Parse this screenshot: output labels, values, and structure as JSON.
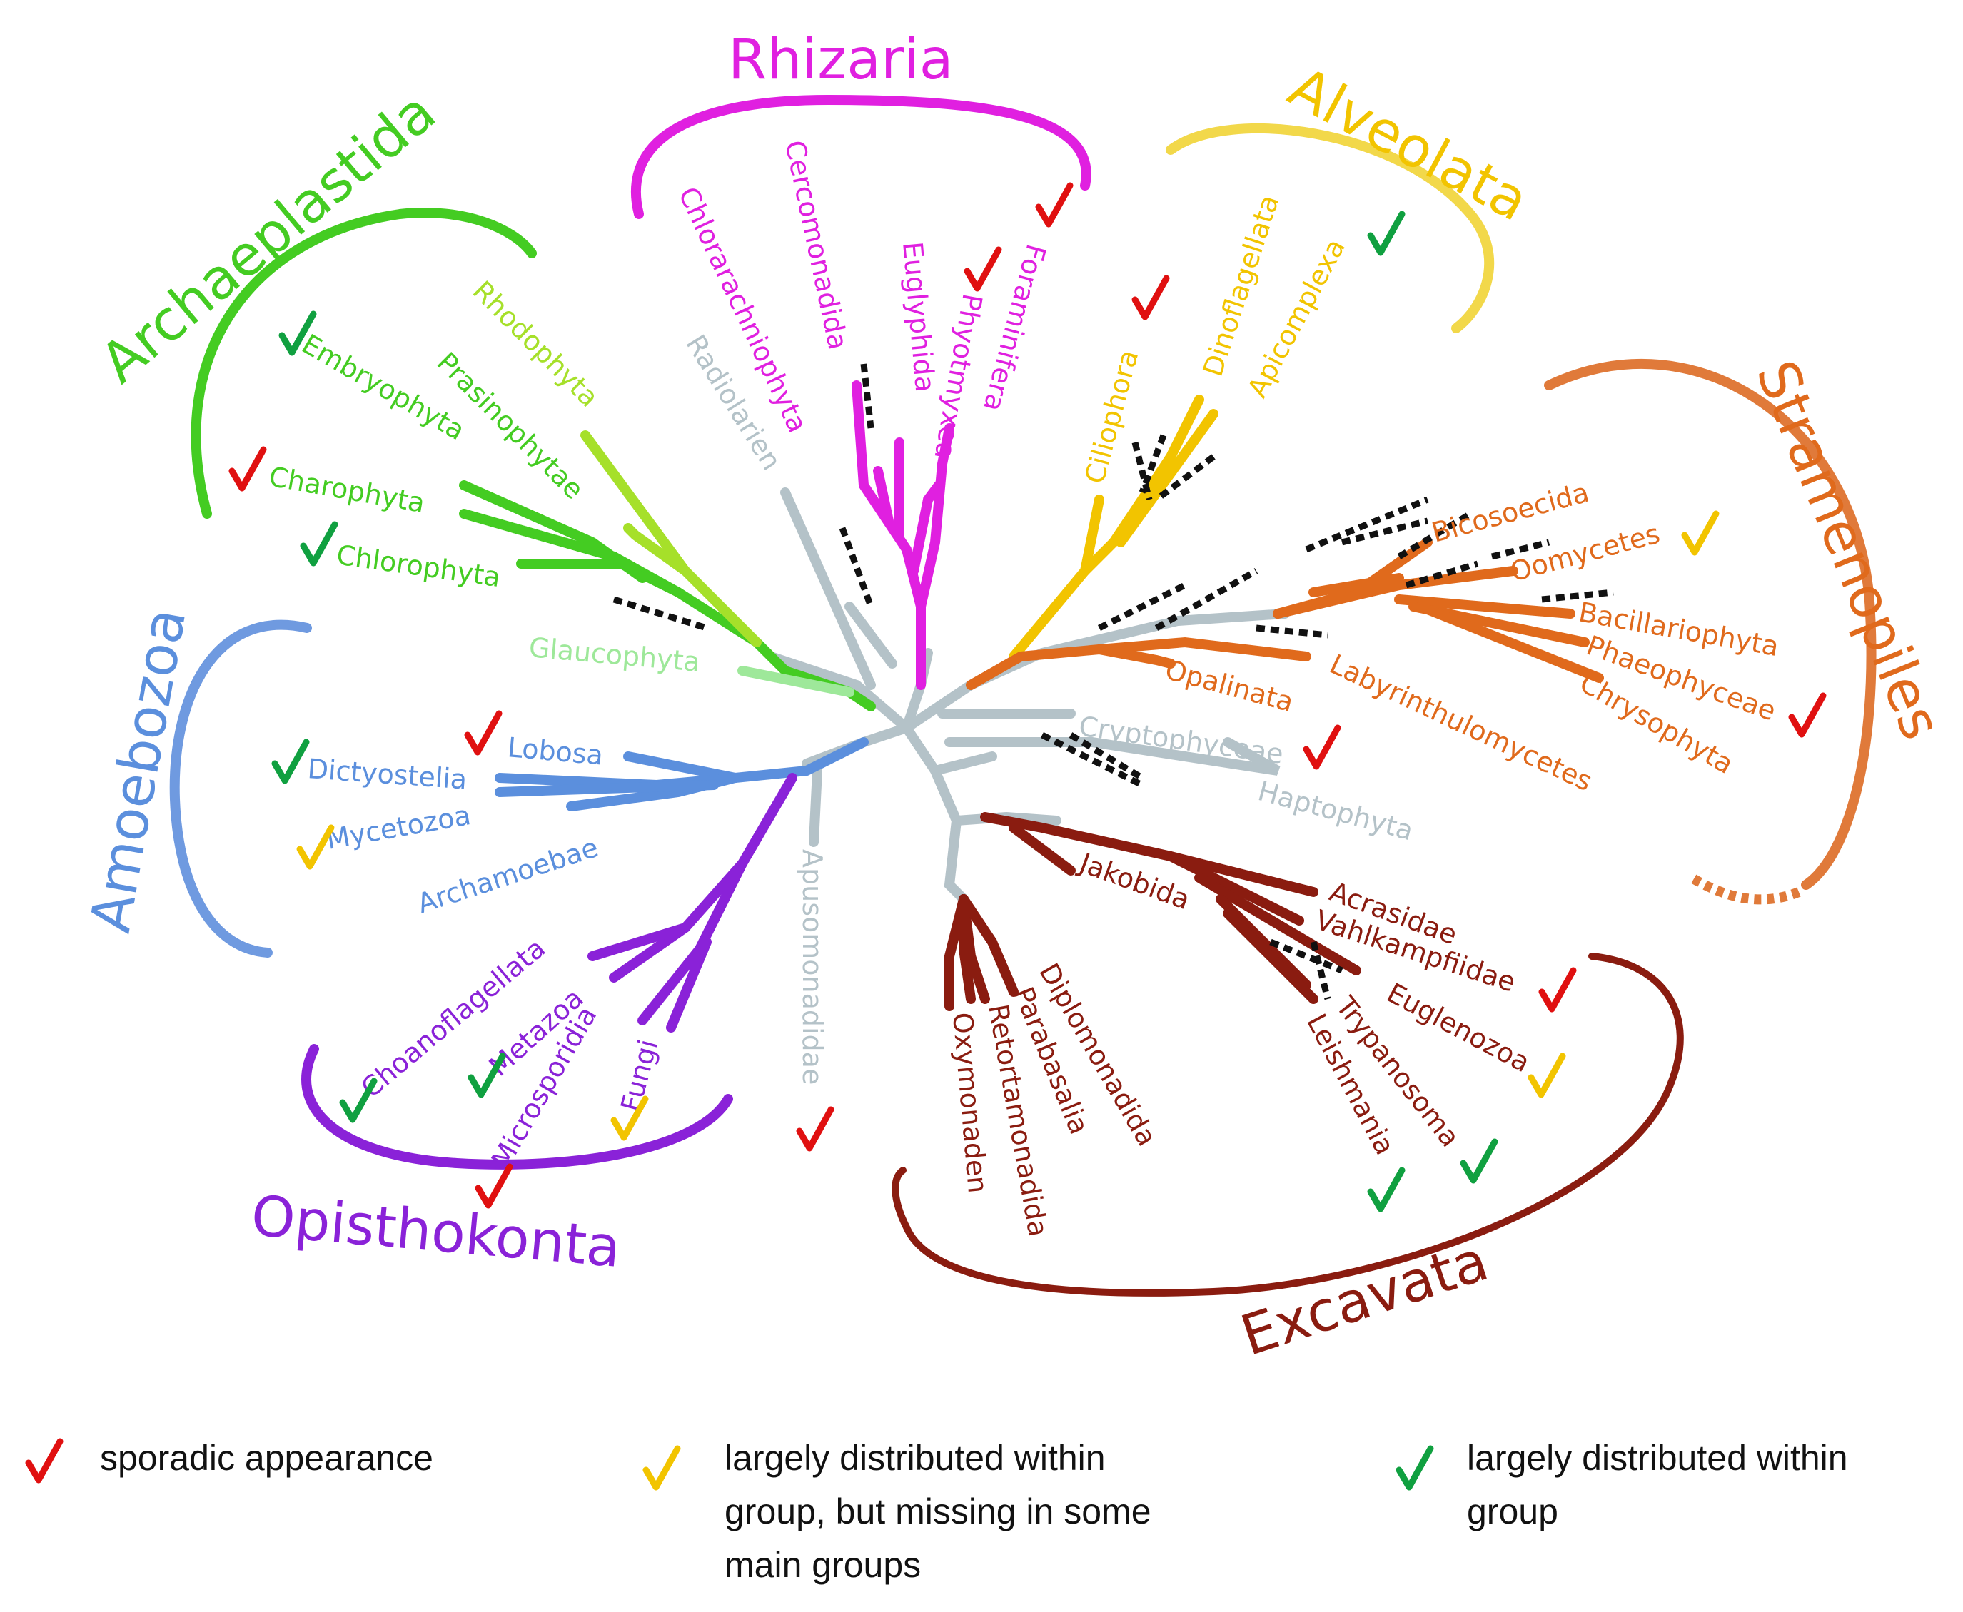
{
  "groups": {
    "rhizaria": {
      "label": "Rhizaria",
      "color": "#e020e0"
    },
    "alveolata": {
      "label": "Alveolata",
      "color": "#f2c400"
    },
    "archaeplastida": {
      "label": "Archaeplastida",
      "color": "#44cc22"
    },
    "stramenopiles": {
      "label": "Stramenopiles",
      "color": "#e06a1c"
    },
    "amoebozoa": {
      "label": "Amoebozoa",
      "color": "#5b8fdd"
    },
    "opisthokonta": {
      "label": "Opisthokonta",
      "color": "#8a22d8"
    },
    "excavata": {
      "label": "Excavata",
      "color": "#8a1c10"
    }
  },
  "taxa": {
    "chlorarachniophyta": "Chlorarachniophyta",
    "cercomonadida": "Cercomonadida",
    "euglyphida": "Euglyphida",
    "phyotmyxea": "Phyotmyxea",
    "foraminifera": "Foraminifera",
    "radiolarien": "Radiolarien",
    "ciliophora": "Ciliophora",
    "dinoflagellata": "Dinoflagellata",
    "apicomplexa": "Apicomplexa",
    "rhodophyta": "Rhodophyta",
    "prasinophytae": "Prasinophytae",
    "embryophyta": "Embryophyta",
    "charophyta": "Charophyta",
    "chlorophyta": "Chlorophyta",
    "glaucophyta": "Glaucophyta",
    "bicosoecida": "Bicosoecida",
    "oomycetes": "Oomycetes",
    "bacillariophyta": "Bacillariophyta",
    "phaeophyceae": "Phaeophyceae",
    "chrysophyta": "Chrysophyta",
    "opalinata": "Opalinata",
    "labyrinthulomycetes": "Labyrinthulomycetes",
    "cryptophyceae": "Cryptophyceae",
    "haptophyta": "Haptophyta",
    "lobosa": "Lobosa",
    "dictyostelia": "Dictyostelia",
    "mycetozoa": "Mycetozoa",
    "archamoebae": "Archamoebae",
    "apusomonadidae": "Apusomonadidae",
    "choanoflagellata": "Choanoflagellata",
    "metazoa": "Metazoa",
    "microsporidia": "Microsporidia",
    "fungi": "Fungi",
    "jakobida": "Jakobida",
    "acrasidae": "Acrasidae",
    "vahlkampfiidae": "Vahlkampfiidae",
    "euglenozoa": "Euglenozoa",
    "trypanosoma": "Trypanosoma",
    "leishmania": "Leishmania",
    "diplomonadida": "Diplomonadida",
    "parabasalia": "Parabasalia",
    "retortamonadida": "Retortamonadida",
    "oxymonaden": "Oxymonaden"
  },
  "colors": {
    "trunk": "#b4c2c8",
    "glaucophyta": "#9ee89a",
    "rhodophyta": "#a6e02a",
    "check_red": "#e01010",
    "check_yellow": "#f2c400",
    "check_green": "#10a040"
  },
  "legend": {
    "sporadic": {
      "icon": "check-red",
      "text": "sporadic appearance"
    },
    "partial": {
      "icon": "check-yellow",
      "line1": "largely distributed within",
      "line2": "group, but missing in some",
      "line3": "main groups"
    },
    "wide": {
      "icon": "check-green",
      "line1": "largely distributed within",
      "line2": "group"
    }
  }
}
